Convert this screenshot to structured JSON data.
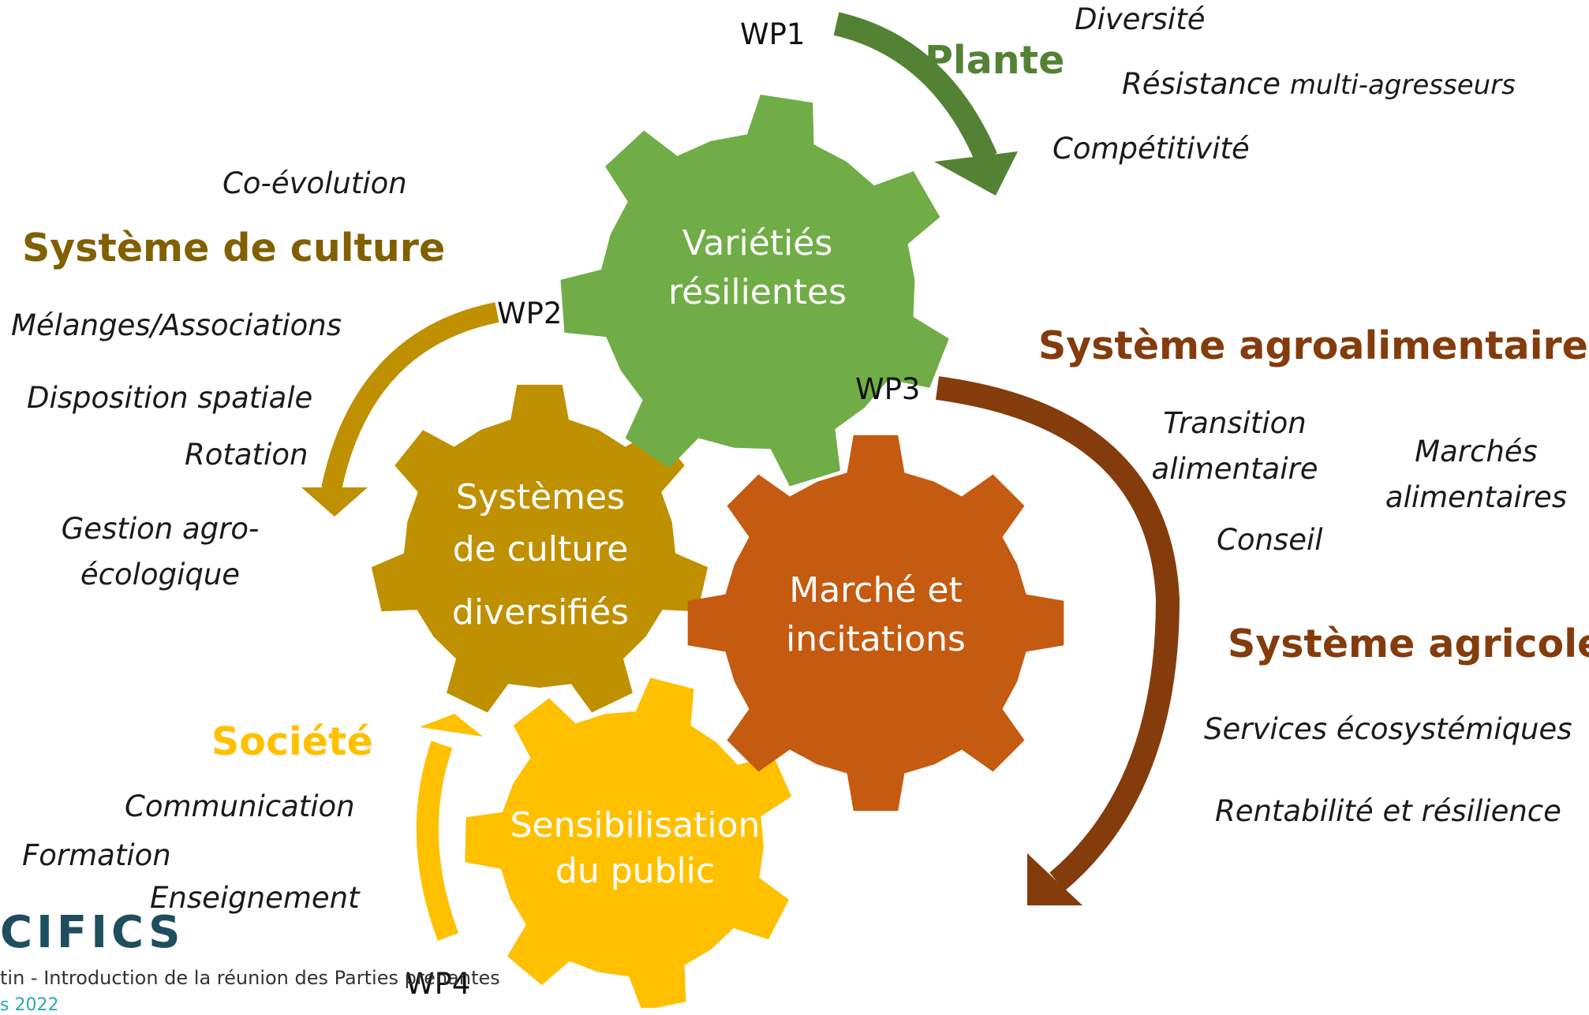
{
  "colors": {
    "plante": "#70ad47",
    "plante_dark": "#548235",
    "culture": "#bf9000",
    "culture_text": "#806000",
    "marche": "#c55a11",
    "agro_text": "#843c0c",
    "agro_arrow": "#843c0c",
    "societe": "#ffc000",
    "logo": "#1f4e5f",
    "footer_date": "#2aa9b5"
  },
  "gears": {
    "varietes": [
      "Variétiés",
      "résilientes"
    ],
    "systemes": [
      "Systèmes",
      "de culture",
      "diversifiés"
    ],
    "marche": [
      "Marché et",
      "incitations"
    ],
    "sensibilisation": [
      "Sensibilisation",
      "du public"
    ]
  },
  "work_packages": {
    "wp1": "WP1",
    "wp2": "WP2",
    "wp3": "WP3",
    "wp4": "WP4"
  },
  "plante": {
    "heading": "Plante",
    "diversite": "Diversité",
    "resistance_a": "Résistance",
    "resistance_b": "multi-agresseurs",
    "competitivite": "Compétitivité"
  },
  "culture": {
    "coevolution": "Co-évolution",
    "heading": "Système de culture",
    "melanges": "Mélanges/Associations",
    "disposition": "Disposition spatiale",
    "rotation": "Rotation",
    "gestion": [
      "Gestion agro-",
      "écologique"
    ]
  },
  "agro": {
    "heading": "Système agroalimentaire",
    "transition": [
      "Transition",
      "alimentaire"
    ],
    "marches": [
      "Marchés",
      "alimentaires"
    ],
    "conseil": "Conseil"
  },
  "agricole": {
    "heading": "Système agricole",
    "services": "Services écosystémiques",
    "rentabilite": "Rentabilité et résilience"
  },
  "societe": {
    "heading": "Société",
    "communication": "Communication",
    "formation": "Formation",
    "enseignement": "Enseignement"
  },
  "footer": {
    "logo": "CIFICS",
    "caption": "tin - Introduction de la réunion des Parties prenantes",
    "date": "s 2022"
  }
}
